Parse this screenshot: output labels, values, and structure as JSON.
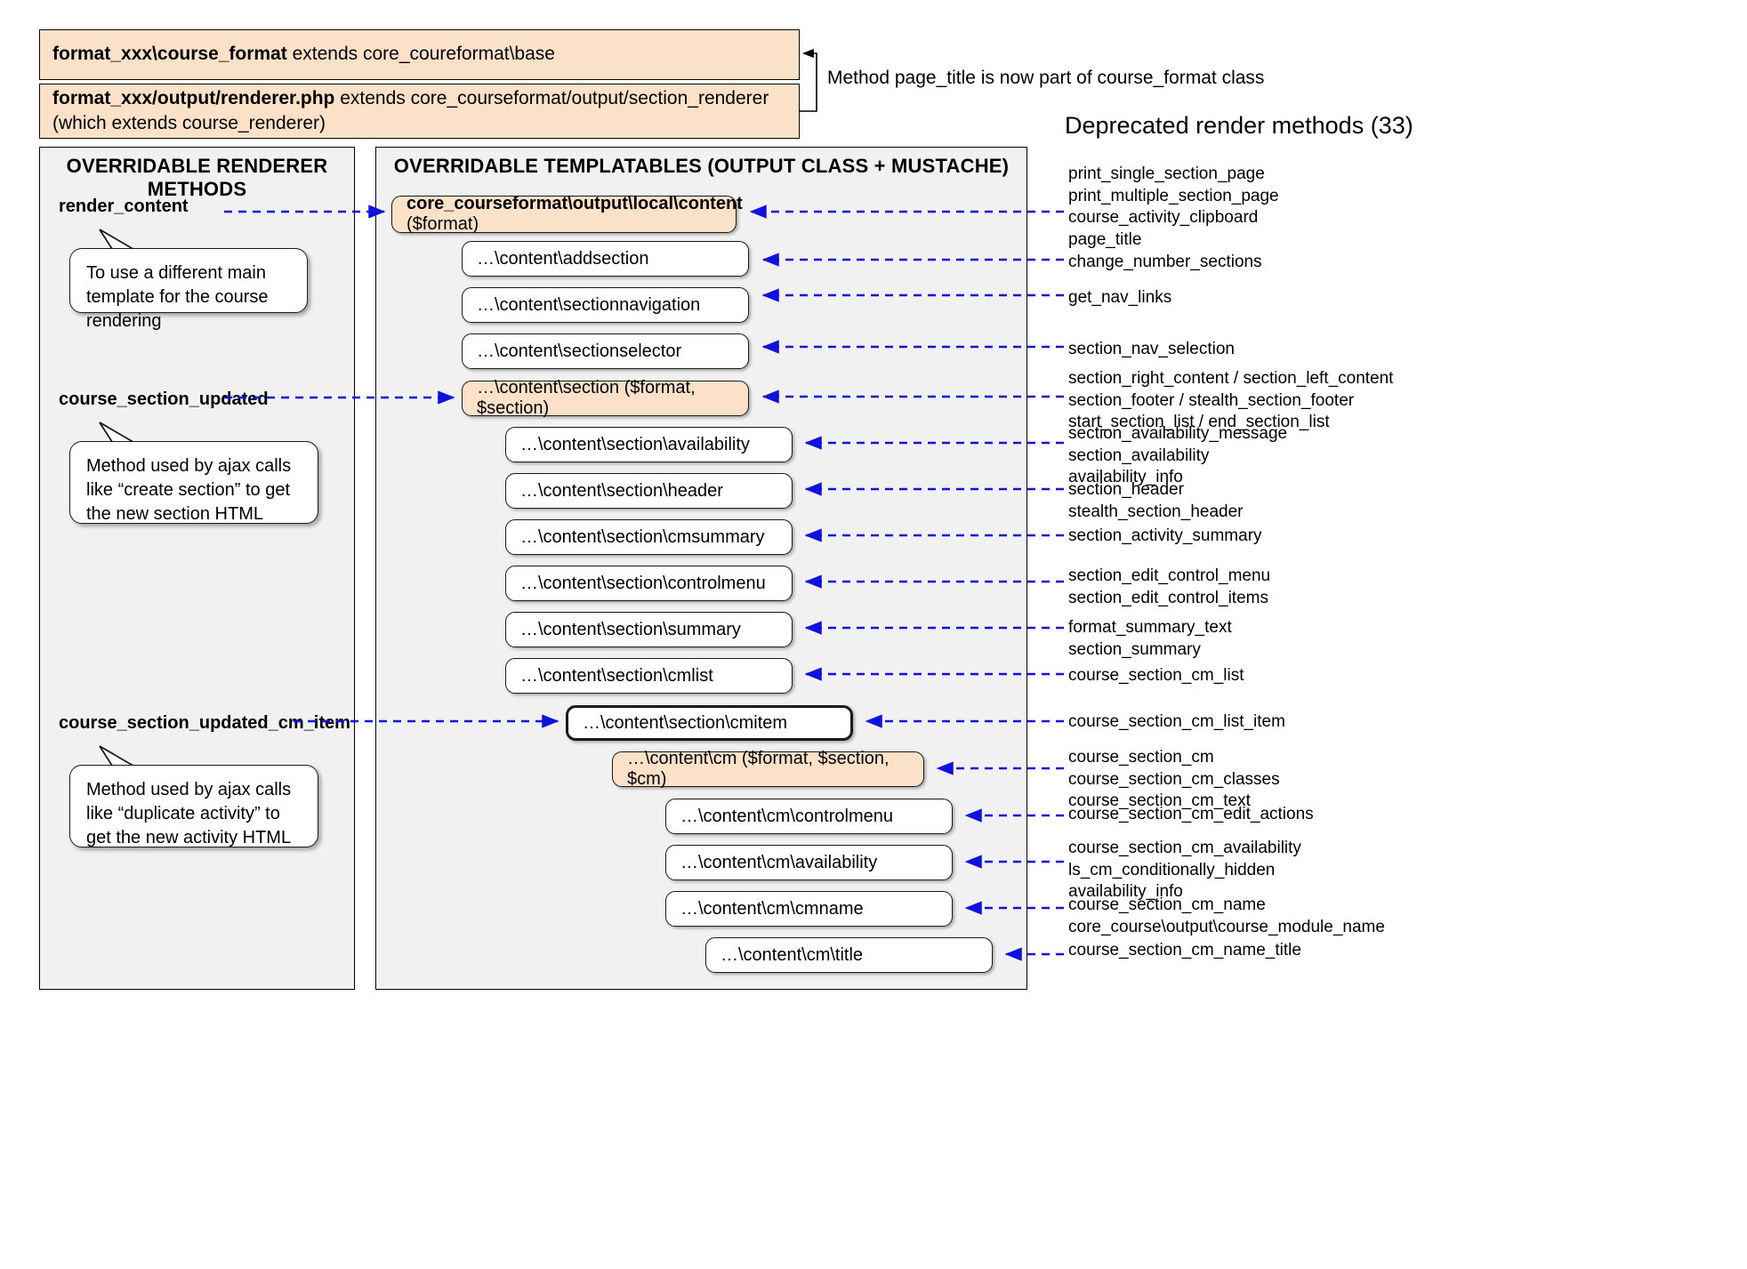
{
  "header": {
    "box1": {
      "bold": "format_xxx\\course_format",
      "rest": " extends core_coureformat\\base"
    },
    "box2": {
      "bold": "format_xxx/output/renderer.php",
      "rest": " extends core_courseformat/output/section_renderer (which extends course_renderer)"
    },
    "bracket_note": "Method page_title is now part of course_format class"
  },
  "deprecated": {
    "title": "Deprecated render methods (33)",
    "groups": [
      {
        "lines": [
          "print_single_section_page",
          "print_multiple_section_page",
          "course_activity_clipboard",
          "page_title"
        ]
      },
      {
        "lines": [
          "change_number_sections"
        ]
      },
      {
        "lines": [
          "get_nav_links"
        ]
      },
      {
        "lines": [
          "section_nav_selection"
        ]
      },
      {
        "lines": [
          "section_right_content / section_left_content",
          "section_footer / stealth_section_footer",
          "start_section_list / end_section_list"
        ]
      },
      {
        "lines": [
          "section_availability_message",
          "section_availability",
          "availability_info"
        ]
      },
      {
        "lines": [
          "section_header",
          "stealth_section_header"
        ]
      },
      {
        "lines": [
          "section_activity_summary"
        ]
      },
      {
        "lines": [
          "section_edit_control_menu",
          "section_edit_control_items"
        ]
      },
      {
        "lines": [
          "format_summary_text",
          "section_summary"
        ]
      },
      {
        "lines": [
          "course_section_cm_list"
        ]
      },
      {
        "lines": [
          "course_section_cm_list_item"
        ]
      },
      {
        "lines": [
          "course_section_cm",
          "course_section_cm_classes",
          "course_section_cm_text"
        ]
      },
      {
        "lines": [
          "course_section_cm_edit_actions"
        ]
      },
      {
        "lines": [
          "course_section_cm_availability",
          "ls_cm_conditionally_hidden",
          "availability_info"
        ]
      },
      {
        "lines": [
          "course_section_cm_name",
          "core_course\\output\\course_module_name"
        ]
      },
      {
        "lines": [
          "course_section_cm_name_title"
        ]
      }
    ]
  },
  "left_panel": {
    "title": "OVERRIDABLE RENDERER METHODS",
    "methods": [
      {
        "label": "render_content"
      },
      {
        "label": "course_section_updated"
      },
      {
        "label": "course_section_updated_cm_item"
      }
    ],
    "callouts": [
      {
        "text": "To use a different main template for the course rendering"
      },
      {
        "text": "Method used by ajax calls like “create section” to get the new section HTML"
      },
      {
        "text": "Method used by ajax calls like “duplicate activity” to get the new activity HTML"
      }
    ]
  },
  "middle_panel": {
    "title": "OVERRIDABLE TEMPLATABLES (OUTPUT CLASS + MUSTACHE)",
    "boxes": [
      {
        "bold": "core_courseformat\\output\\local\\content",
        "rest": " ($format)",
        "style": "orange"
      },
      {
        "bold": "",
        "rest": "…\\content\\addsection",
        "style": "plain"
      },
      {
        "bold": "",
        "rest": "…\\content\\sectionnavigation",
        "style": "plain"
      },
      {
        "bold": "",
        "rest": "…\\content\\sectionselector",
        "style": "plain"
      },
      {
        "bold": "",
        "rest": "…\\content\\section ($format, $section)",
        "style": "orange"
      },
      {
        "bold": "",
        "rest": "…\\content\\section\\availability",
        "style": "plain"
      },
      {
        "bold": "",
        "rest": "…\\content\\section\\header",
        "style": "plain"
      },
      {
        "bold": "",
        "rest": "…\\content\\section\\cmsummary",
        "style": "plain"
      },
      {
        "bold": "",
        "rest": "…\\content\\section\\controlmenu",
        "style": "plain"
      },
      {
        "bold": "",
        "rest": "…\\content\\section\\summary",
        "style": "plain"
      },
      {
        "bold": "",
        "rest": "…\\content\\section\\cmlist",
        "style": "plain"
      },
      {
        "bold": "",
        "rest": "…\\content\\section\\cmitem",
        "style": "thick"
      },
      {
        "bold": "",
        "rest": "…\\content\\cm ($format, $section, $cm)",
        "style": "orange"
      },
      {
        "bold": "",
        "rest": "…\\content\\cm\\controlmenu",
        "style": "plain"
      },
      {
        "bold": "",
        "rest": "…\\content\\cm\\availability",
        "style": "plain"
      },
      {
        "bold": "",
        "rest": "…\\content\\cm\\cmname",
        "style": "plain"
      },
      {
        "bold": "",
        "rest": "…\\content\\cm\\title",
        "style": "plain"
      }
    ]
  },
  "colors": {
    "orange_fill": "#fbe1c8",
    "panel_fill": "#f1f1f1",
    "connector": "#1111dd",
    "border": "#111111"
  }
}
